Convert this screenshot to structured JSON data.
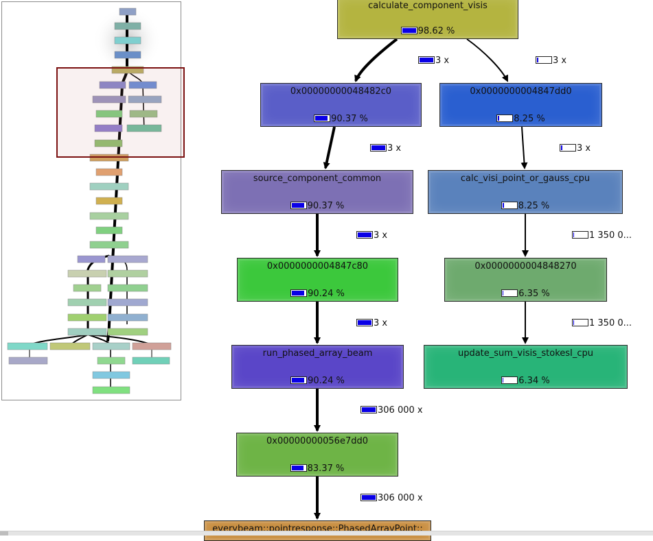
{
  "nodes": [
    {
      "id": "n1",
      "name": "calculate_component_visis",
      "pct": "98.62 %",
      "fill": 0.9862,
      "color": "#b4b440"
    },
    {
      "id": "n2",
      "name": "0x00000000048482c0",
      "pct": "90.37 %",
      "fill": 0.9037,
      "color": "#5a5ec8"
    },
    {
      "id": "n3",
      "name": "0x0000000004847dd0",
      "pct": "8.25 %",
      "fill": 0.0825,
      "color": "#2a5fd0"
    },
    {
      "id": "n4",
      "name": "source_component_common",
      "pct": "90.37 %",
      "fill": 0.9037,
      "color": "#7d70b4"
    },
    {
      "id": "n5",
      "name": "calc_visi_point_or_gauss_cpu",
      "pct": "8.25 %",
      "fill": 0.0825,
      "color": "#5a82bc"
    },
    {
      "id": "n6",
      "name": "0x0000000004847c80",
      "pct": "90.24 %",
      "fill": 0.9024,
      "color": "#3cc83c"
    },
    {
      "id": "n7",
      "name": "0x0000000004848270",
      "pct": "6.35 %",
      "fill": 0.0635,
      "color": "#6eaa6e"
    },
    {
      "id": "n8",
      "name": "run_phased_array_beam",
      "pct": "90.24 %",
      "fill": 0.9024,
      "color": "#5a46c8"
    },
    {
      "id": "n9",
      "name": "update_sum_visis_stokesI_cpu",
      "pct": "6.34 %",
      "fill": 0.0634,
      "color": "#28b478"
    },
    {
      "id": "n10",
      "name": "0x00000000056e7dd0",
      "pct": "83.37 %",
      "fill": 0.8337,
      "color": "#6eb446"
    },
    {
      "id": "n11",
      "name": "everybeam::pointresponse::PhasedArrayPoint::",
      "pct": "",
      "fill": 0,
      "color": "#c88c3c"
    }
  ],
  "calls": [
    {
      "id": "c1",
      "label": "3 x",
      "fill": 1.0
    },
    {
      "id": "c2",
      "label": "3 x",
      "fill": 0.08
    },
    {
      "id": "c3",
      "label": "3 x",
      "fill": 1.0
    },
    {
      "id": "c4",
      "label": "3 x",
      "fill": 0.08
    },
    {
      "id": "c5",
      "label": "3 x",
      "fill": 1.0
    },
    {
      "id": "c6",
      "label": "1 350 0...",
      "fill": 0.06
    },
    {
      "id": "c7",
      "label": "3 x",
      "fill": 1.0
    },
    {
      "id": "c8",
      "label": "1 350 0...",
      "fill": 0.06
    },
    {
      "id": "c9",
      "label": "306 000 x",
      "fill": 1.0
    },
    {
      "id": "c10",
      "label": "306 000 x",
      "fill": 1.0
    }
  ],
  "colors": {
    "bar_fill": "#0a00e6",
    "edge": "#000000",
    "viewport_border": "#7a1010"
  }
}
